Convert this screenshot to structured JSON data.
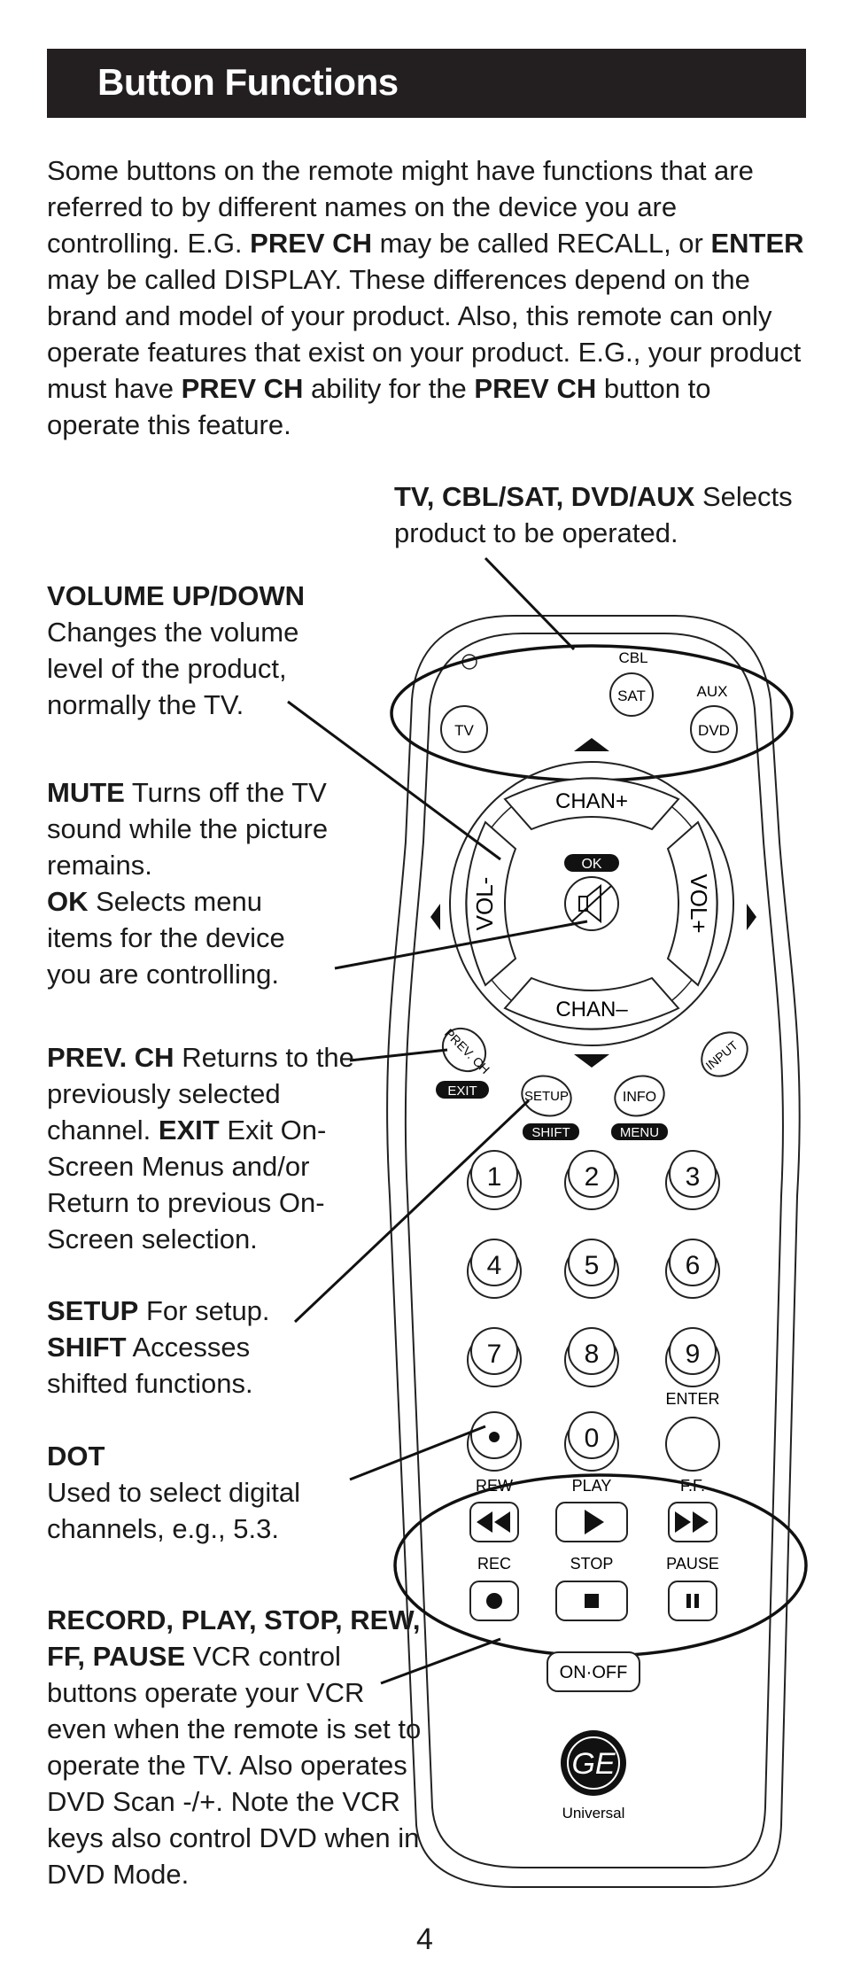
{
  "header": {
    "title": "Button Functions"
  },
  "intro": {
    "p1": "Some buttons on the remote might have functions that are referred to by different names on the device you are controlling. E.G. ",
    "b1": "PREV CH",
    "p2": " may be called RECALL, or ",
    "b2": "ENTER",
    "p3": " may be called DISPLAY. These differences depend on the brand and model of your product. Also, this remote can only operate features that exist on your product. E.G., your product must have ",
    "b3": "PREV CH",
    "p4": " ability for the ",
    "b4": "PREV CH",
    "p5": " button to operate this feature."
  },
  "notes": {
    "devices": {
      "title": "TV, CBL/SAT, DVD/AUX",
      "text": " Selects product to be operated."
    },
    "volume": {
      "title": "VOLUME UP/DOWN",
      "text": "Changes the volume level of the product, normally the TV."
    },
    "mute": {
      "title": "MUTE",
      "text": " Turns off the TV sound while the picture remains.",
      "title2": "OK",
      "text2": " Selects menu items for the device you are controlling."
    },
    "prev": {
      "title": "PREV. CH",
      "text": " Returns to the previously selected channel. ",
      "title2": "EXIT",
      "text2": " Exit On-Screen Menus and/or Return to previous On-Screen selection."
    },
    "setup": {
      "title": "SETUP",
      "text": " For setup.",
      "title2": "SHIFT",
      "text2": " Accesses shifted functions."
    },
    "dot": {
      "title": "DOT",
      "text": "Used to select digital channels, e.g., 5.3."
    },
    "record": {
      "title": "RECORD, PLAY, STOP, REW, FF, PAUSE",
      "text": " VCR control buttons operate your VCR even when the remote is set to operate the TV. Also operates DVD Scan -/+. Note the VCR keys also control DVD when in DVD Mode."
    }
  },
  "remote": {
    "cbl": "CBL",
    "sat": "SAT",
    "aux": "AUX",
    "dvd": "DVD",
    "tv": "TV",
    "chan_up": "CHAN+",
    "chan_down": "CHAN–",
    "vol_down": "VOL-",
    "vol_up": "VOL+",
    "ok": "OK",
    "prev": "PREV. CH",
    "exit": "EXIT",
    "setup": "SETUP",
    "shift": "SHIFT",
    "info": "INFO",
    "menu": "MENU",
    "input": "INPUT",
    "digits": [
      "1",
      "2",
      "3",
      "4",
      "5",
      "6",
      "7",
      "8",
      "9",
      "0"
    ],
    "enter": "ENTER",
    "rew": "REW",
    "play": "PLAY",
    "ff": "F.F.",
    "rec": "REC",
    "stop": "STOP",
    "pause": "PAUSE",
    "onoff": "ON·OFF",
    "brand": "Universal"
  },
  "page_number": "4"
}
